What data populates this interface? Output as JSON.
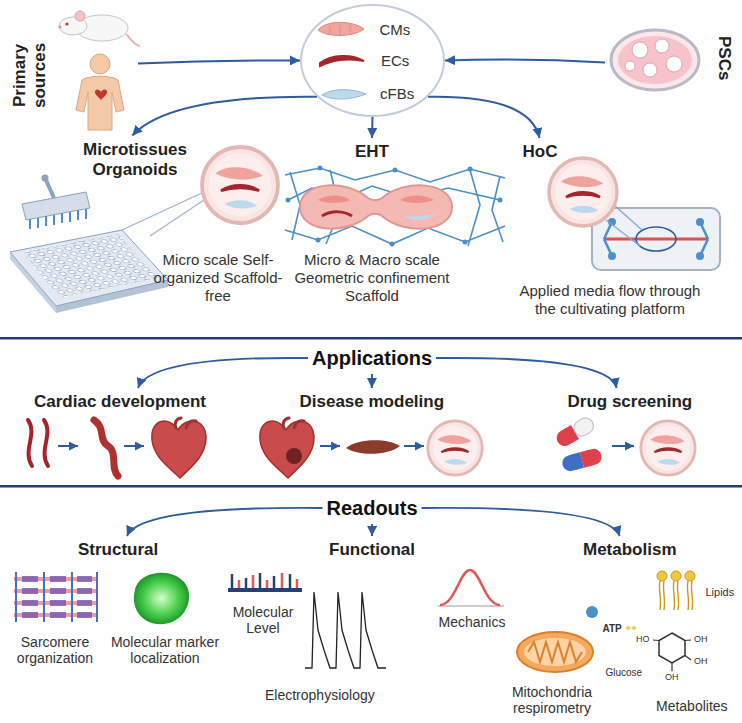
{
  "diagram": {
    "nodes": [
      {
        "text": [
          "Primary sources"
        ]
      },
      {
        "text": [
          "CMs",
          "ECs",
          "cFBs"
        ]
      },
      {
        "text": [
          "PSCs"
        ]
      },
      {
        "text": [
          "Microtissues Organoids",
          "Micro scale Self-organized Scaffold-free"
        ]
      },
      {
        "text": [
          "EHT",
          "Micro & Macro scale Geometric confinement Scaffold"
        ]
      },
      {
        "text": [
          "HoC",
          "Applied media flow through the cultivating platform"
        ]
      },
      {
        "text": [
          "Applications"
        ]
      },
      {
        "text": [
          "Cardiac development"
        ]
      },
      {
        "text": [
          "Disease modeling"
        ]
      },
      {
        "text": [
          "Drug screening"
        ]
      },
      {
        "text": [
          "Readouts"
        ]
      },
      {
        "text": [
          "Structural"
        ]
      },
      {
        "text": [
          "Functional"
        ]
      },
      {
        "text": [
          "Metabolism"
        ]
      }
    ],
    "edges": [
      {
        "from": 0,
        "to": 1,
        "arrow": "to"
      },
      {
        "from": 2,
        "to": 1,
        "arrow": "to"
      },
      {
        "from": 1,
        "to": 3,
        "arrow": "to"
      },
      {
        "from": 1,
        "to": 4,
        "arrow": "to"
      },
      {
        "from": 1,
        "to": 5,
        "arrow": "to"
      },
      {
        "from": 6,
        "to": 7,
        "arrow": "to"
      },
      {
        "from": 6,
        "to": 8,
        "arrow": "to"
      },
      {
        "from": 6,
        "to": 9,
        "arrow": "to"
      },
      {
        "from": 10,
        "to": 11,
        "arrow": "to"
      },
      {
        "from": 10,
        "to": 12,
        "arrow": "to"
      },
      {
        "from": 10,
        "to": 13,
        "arrow": "to"
      }
    ],
    "labels": [
      "Sarcomere organization",
      "Molecular marker localization",
      "Molecular Level",
      "Electrophysiology",
      "Mechanics",
      "ATP",
      "Mitochondria respirometry",
      "Lipids",
      "OH",
      "HO",
      "OH",
      "OH",
      "Glucose",
      "Metabolites"
    ]
  }
}
